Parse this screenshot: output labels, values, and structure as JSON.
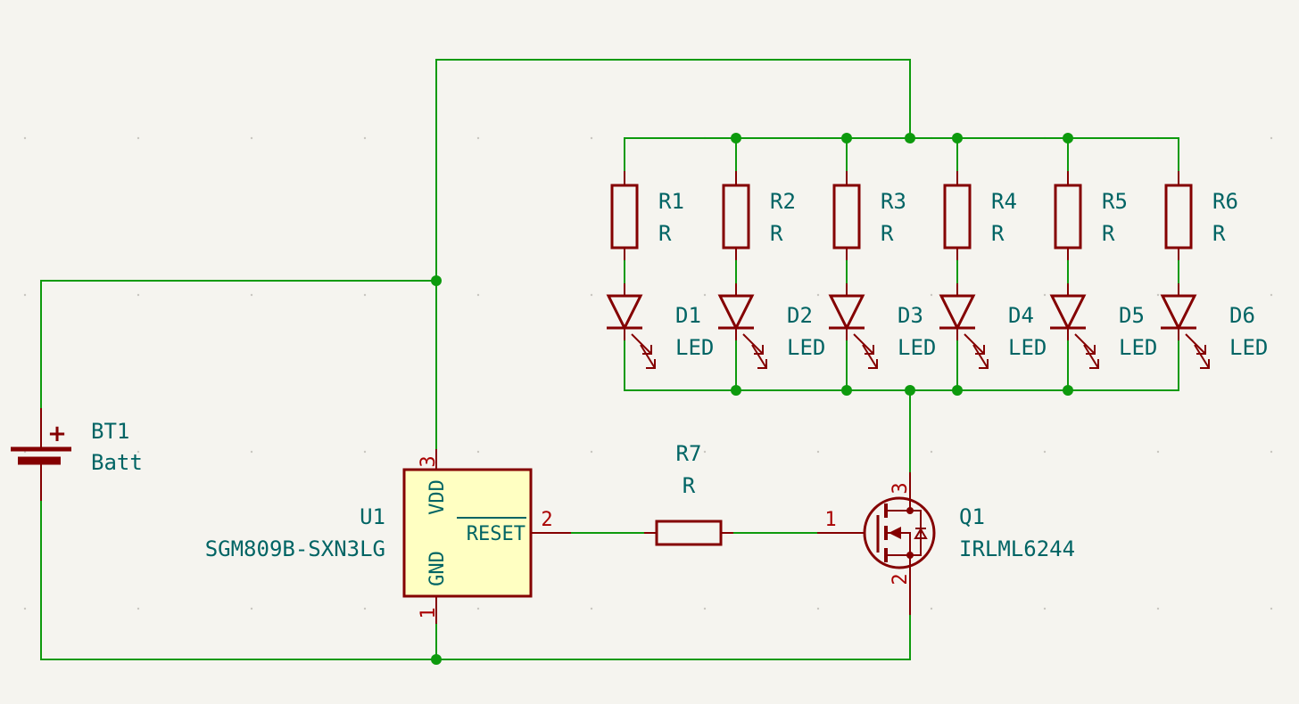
{
  "colors": {
    "background": "#f5f4ef",
    "wire": "#0d9a0d",
    "symbol": "#840000",
    "symbol_fill": "#ffffc2",
    "text": "#006464",
    "pin_number": "#a90000"
  },
  "leds": [
    {
      "r_ref": "R1",
      "r_val": "R",
      "d_ref": "D1",
      "d_val": "LED"
    },
    {
      "r_ref": "R2",
      "r_val": "R",
      "d_ref": "D2",
      "d_val": "LED"
    },
    {
      "r_ref": "R3",
      "r_val": "R",
      "d_ref": "D3",
      "d_val": "LED"
    },
    {
      "r_ref": "R4",
      "r_val": "R",
      "d_ref": "D4",
      "d_val": "LED"
    },
    {
      "r_ref": "R5",
      "r_val": "R",
      "d_ref": "D5",
      "d_val": "LED"
    },
    {
      "r_ref": "R6",
      "r_val": "R",
      "d_ref": "D6",
      "d_val": "LED"
    }
  ],
  "battery": {
    "ref": "BT1",
    "value": "Batt",
    "polarity": "+"
  },
  "ic": {
    "ref": "U1",
    "value": "SGM809B-SXN3LG",
    "pins": {
      "vdd_name": "VDD",
      "vdd_num": "3",
      "gnd_name": "GND",
      "gnd_num": "1",
      "reset_name": "RESET",
      "reset_num": "2"
    }
  },
  "r7": {
    "ref": "R7",
    "value": "R"
  },
  "mosfet": {
    "ref": "Q1",
    "value": "IRLML6244",
    "gate_num": "1",
    "source_num": "2",
    "drain_num": "3"
  }
}
